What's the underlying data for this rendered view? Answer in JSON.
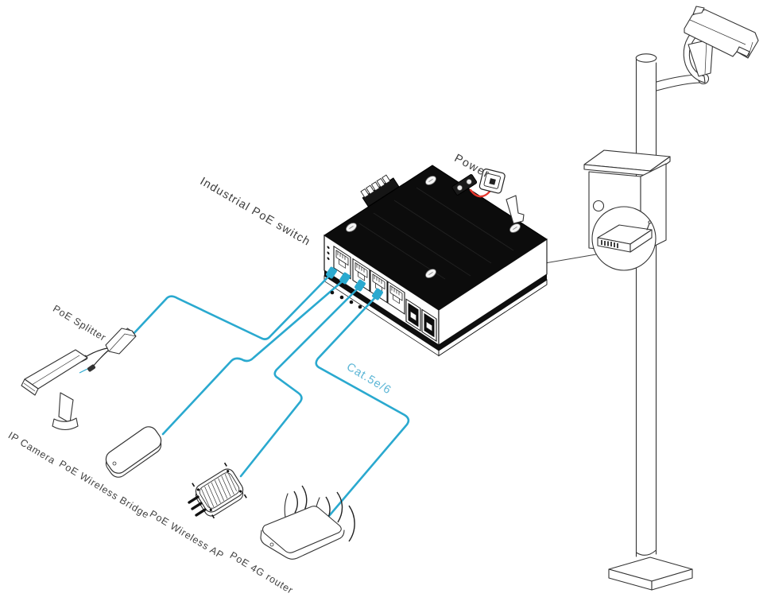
{
  "diagram": {
    "type": "network-topology-illustration",
    "labels": {
      "switch": "Industrial PoE switch",
      "power": "Power",
      "cable_type": "Cat.5e/6",
      "poe_splitter": "PoE Splitter",
      "ip_camera": "IP Camera",
      "poe_wireless_bridge": "PoE Wireless Bridge",
      "poe_wireless_ap": "PoE Wireless AP",
      "poe_4g_router": "PoE 4G router"
    },
    "colors": {
      "cable": "#2aa9cf",
      "cable_label": "#5cb6d6",
      "power_cable": "#e6382e",
      "line_art": "#333333",
      "switch_top": "#0c0c0c"
    }
  }
}
